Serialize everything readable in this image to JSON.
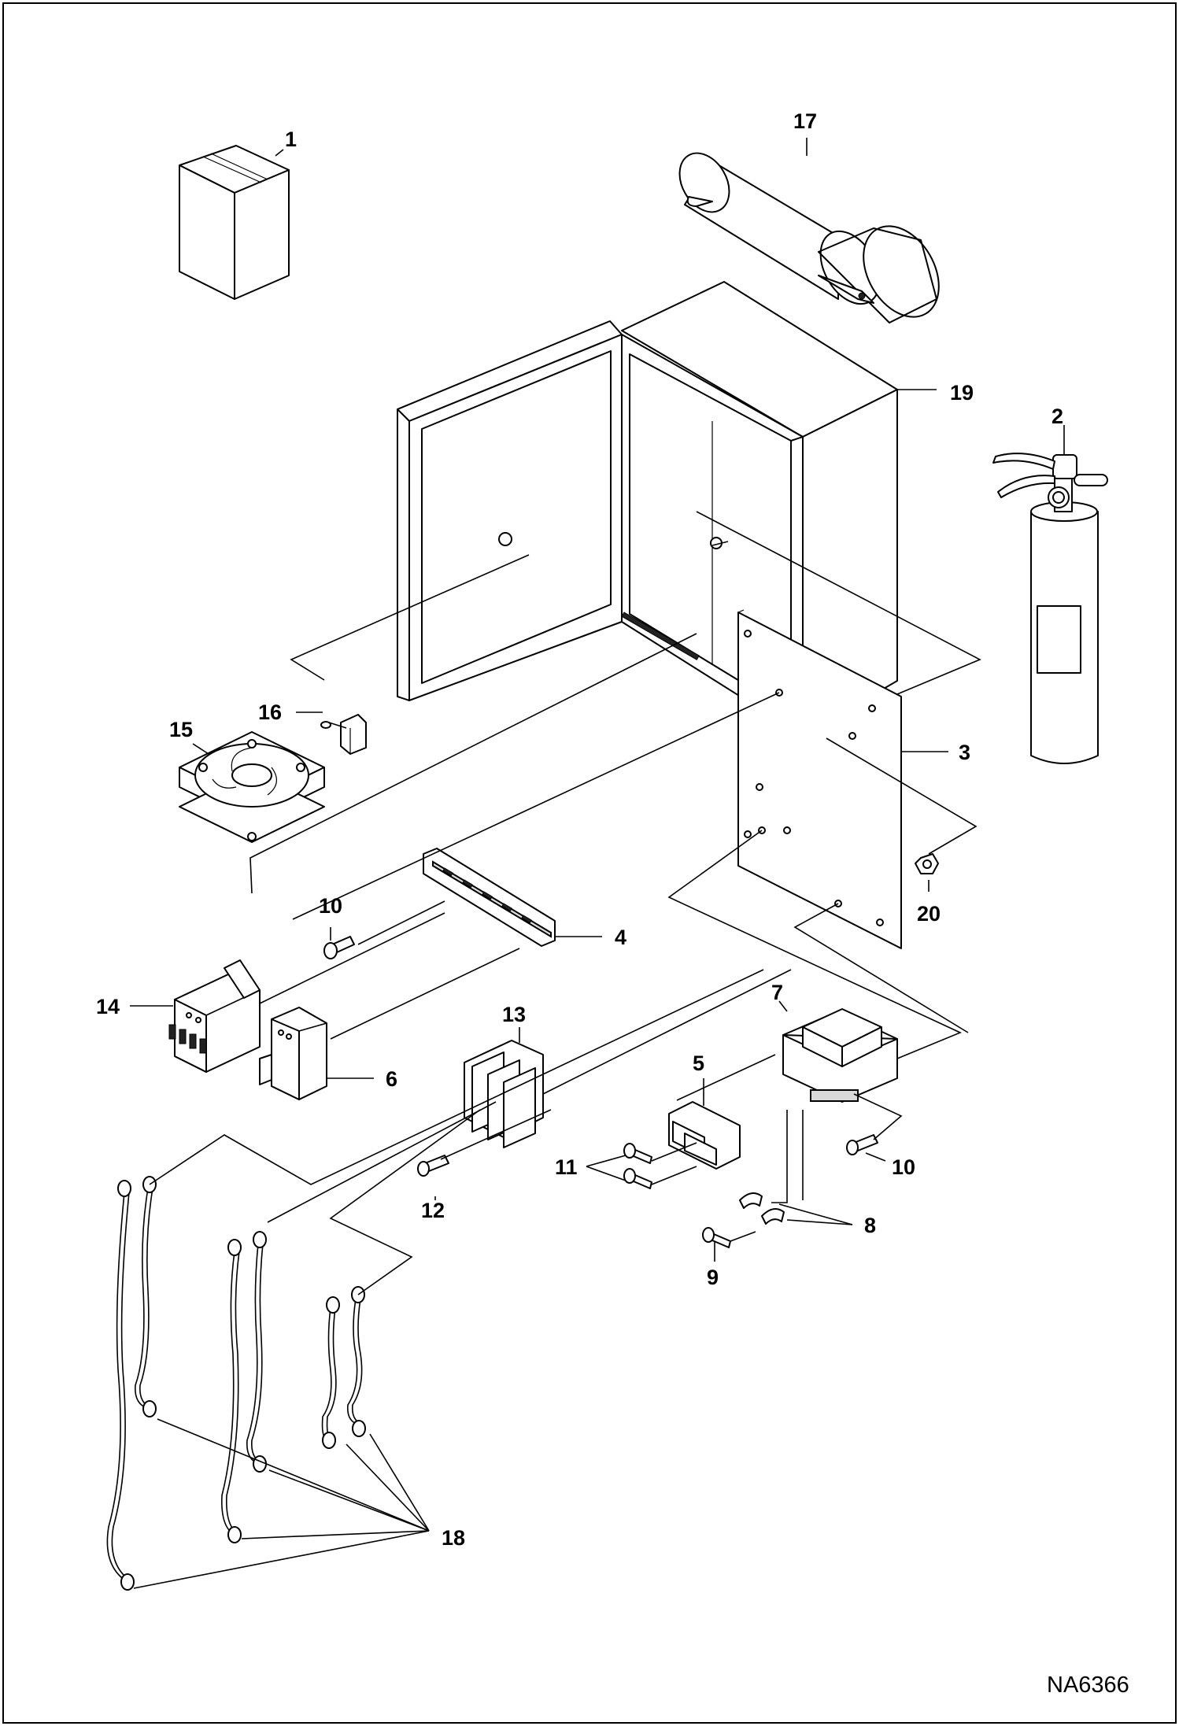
{
  "drawing": {
    "code": "NA6366",
    "callouts": [
      {
        "id": "c1",
        "text": "1"
      },
      {
        "id": "c2",
        "text": "2"
      },
      {
        "id": "c3",
        "text": "3"
      },
      {
        "id": "c4",
        "text": "4"
      },
      {
        "id": "c5",
        "text": "5"
      },
      {
        "id": "c6",
        "text": "6"
      },
      {
        "id": "c7",
        "text": "7"
      },
      {
        "id": "c8",
        "text": "8"
      },
      {
        "id": "c9",
        "text": "9"
      },
      {
        "id": "c10a",
        "text": "10"
      },
      {
        "id": "c10b",
        "text": "10"
      },
      {
        "id": "c11",
        "text": "11"
      },
      {
        "id": "c12",
        "text": "12"
      },
      {
        "id": "c13",
        "text": "13"
      },
      {
        "id": "c14",
        "text": "14"
      },
      {
        "id": "c15",
        "text": "15"
      },
      {
        "id": "c16",
        "text": "16"
      },
      {
        "id": "c17",
        "text": "17"
      },
      {
        "id": "c18",
        "text": "18"
      },
      {
        "id": "c19",
        "text": "19"
      },
      {
        "id": "c20",
        "text": "20"
      }
    ]
  }
}
